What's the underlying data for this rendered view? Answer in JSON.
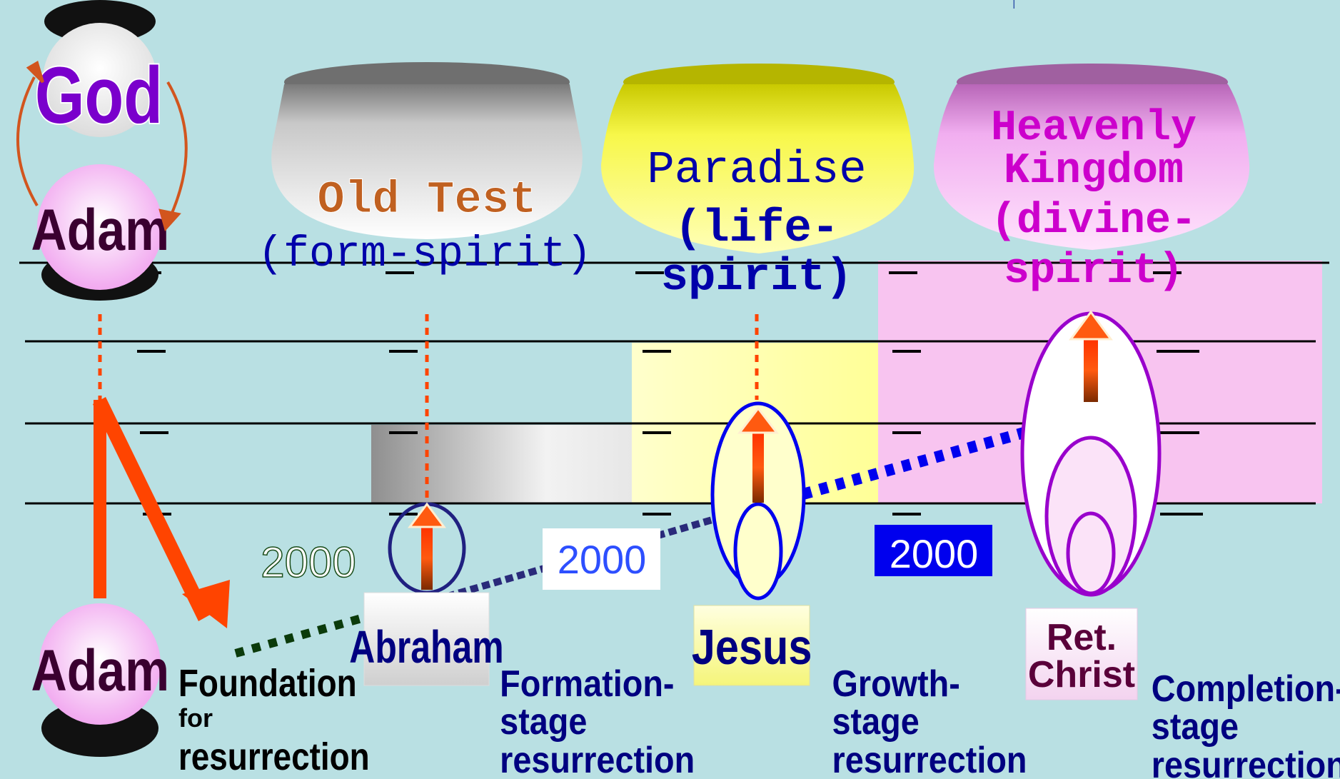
{
  "top_mark": "|",
  "god": {
    "label": "God"
  },
  "adam_top": {
    "label": "Adam"
  },
  "adam_bottom": {
    "label": "Adam"
  },
  "realms": [
    {
      "line1": "Old Test",
      "line2": "(form-spirit)",
      "line3": ""
    },
    {
      "line1": "Paradise",
      "line2": "(life-",
      "line3": "spirit)"
    },
    {
      "line1": "Heavenly",
      "line1b": "Kingdom",
      "line2": "(divine-",
      "line3": "spirit)"
    }
  ],
  "period_labels": [
    "2000",
    "2000",
    "2000"
  ],
  "figures": {
    "abraham": "Abraham",
    "jesus": "Jesus",
    "ret_christ_line1": "Ret.",
    "ret_christ_line2": "Christ"
  },
  "foundation": {
    "line1": "Foundation",
    "line2": "for",
    "line3": "resurrection"
  },
  "stages": [
    {
      "line1": "Formation-",
      "line2": "stage",
      "line3": "resurrection"
    },
    {
      "line1": "Growth-",
      "line2": "stage",
      "line3": "resurrection"
    },
    {
      "line1": "Completion-",
      "line2": "stage",
      "line3": "resurrection"
    }
  ],
  "colors": {
    "background": "#b9e0e3",
    "arrow_orange": "#ff4400",
    "navy": "#000080",
    "purple": "#9900cc",
    "blue": "#0000ee",
    "yellow_band": "#ffff99",
    "pink_band": "#f8c4f0",
    "god_purple": "#7a00cc",
    "adam_dark": "#3a0030"
  }
}
